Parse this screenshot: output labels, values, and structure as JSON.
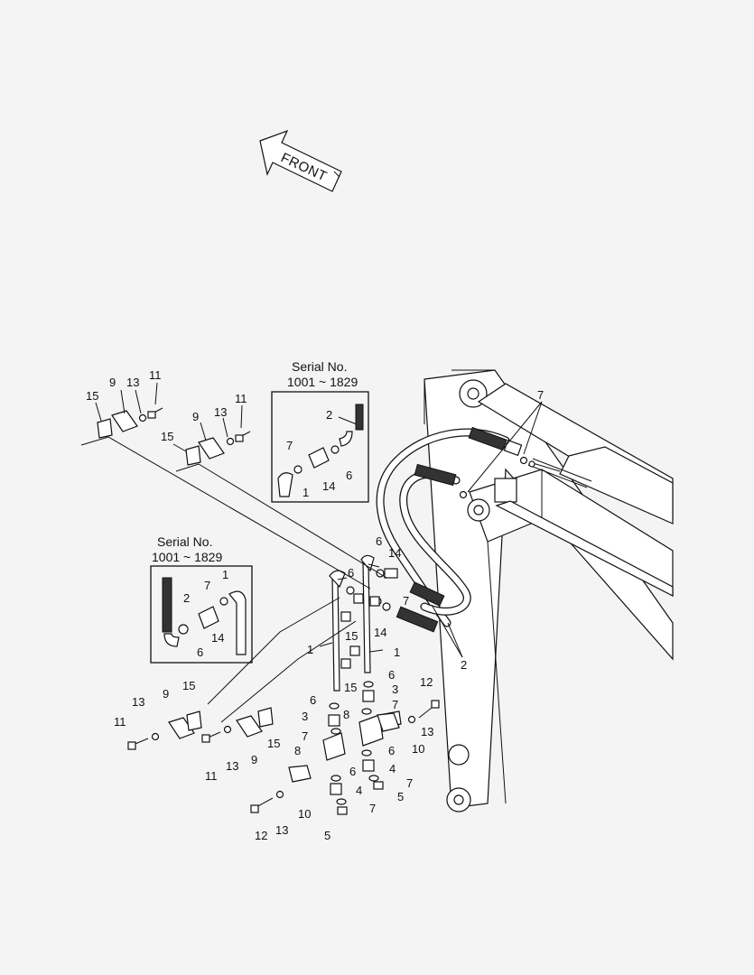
{
  "front_label": "FRONT",
  "inset_top": {
    "header_line1": "Serial No.",
    "header_line2": "1001 ~ 1829"
  },
  "inset_left": {
    "header_line1": "Serial No.",
    "header_line2": "1001 ~ 1829"
  },
  "callouts": {
    "c1": "1",
    "c2": "2",
    "c3": "3",
    "c4": "4",
    "c5": "5",
    "c6": "6",
    "c7": "7",
    "c8": "8",
    "c9": "9",
    "c10": "10",
    "c11": "11",
    "c12": "12",
    "c13": "13",
    "c14": "14",
    "c15": "15"
  }
}
